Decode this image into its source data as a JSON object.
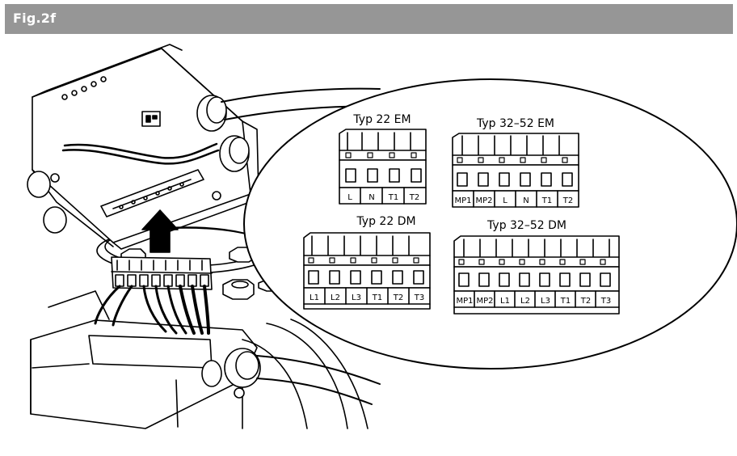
{
  "figure": {
    "title": "Fig.2f"
  },
  "blocks": {
    "typ_22_em": {
      "title": "Typ 22 EM",
      "pins": [
        "L",
        "N",
        "T1",
        "T2"
      ]
    },
    "typ_32_52_em": {
      "title": "Typ 32–52 EM",
      "pins": [
        "MP1",
        "MP2",
        "L",
        "N",
        "T1",
        "T2"
      ]
    },
    "typ_22_dm": {
      "title": "Typ 22 DM",
      "pins": [
        "L1",
        "L2",
        "L3",
        "T1",
        "T2",
        "T3"
      ]
    },
    "typ_32_52_dm": {
      "title": "Typ 32–52 DM",
      "pins": [
        "MP1",
        "MP2",
        "L1",
        "L2",
        "L3",
        "T1",
        "T2",
        "T3"
      ]
    }
  }
}
